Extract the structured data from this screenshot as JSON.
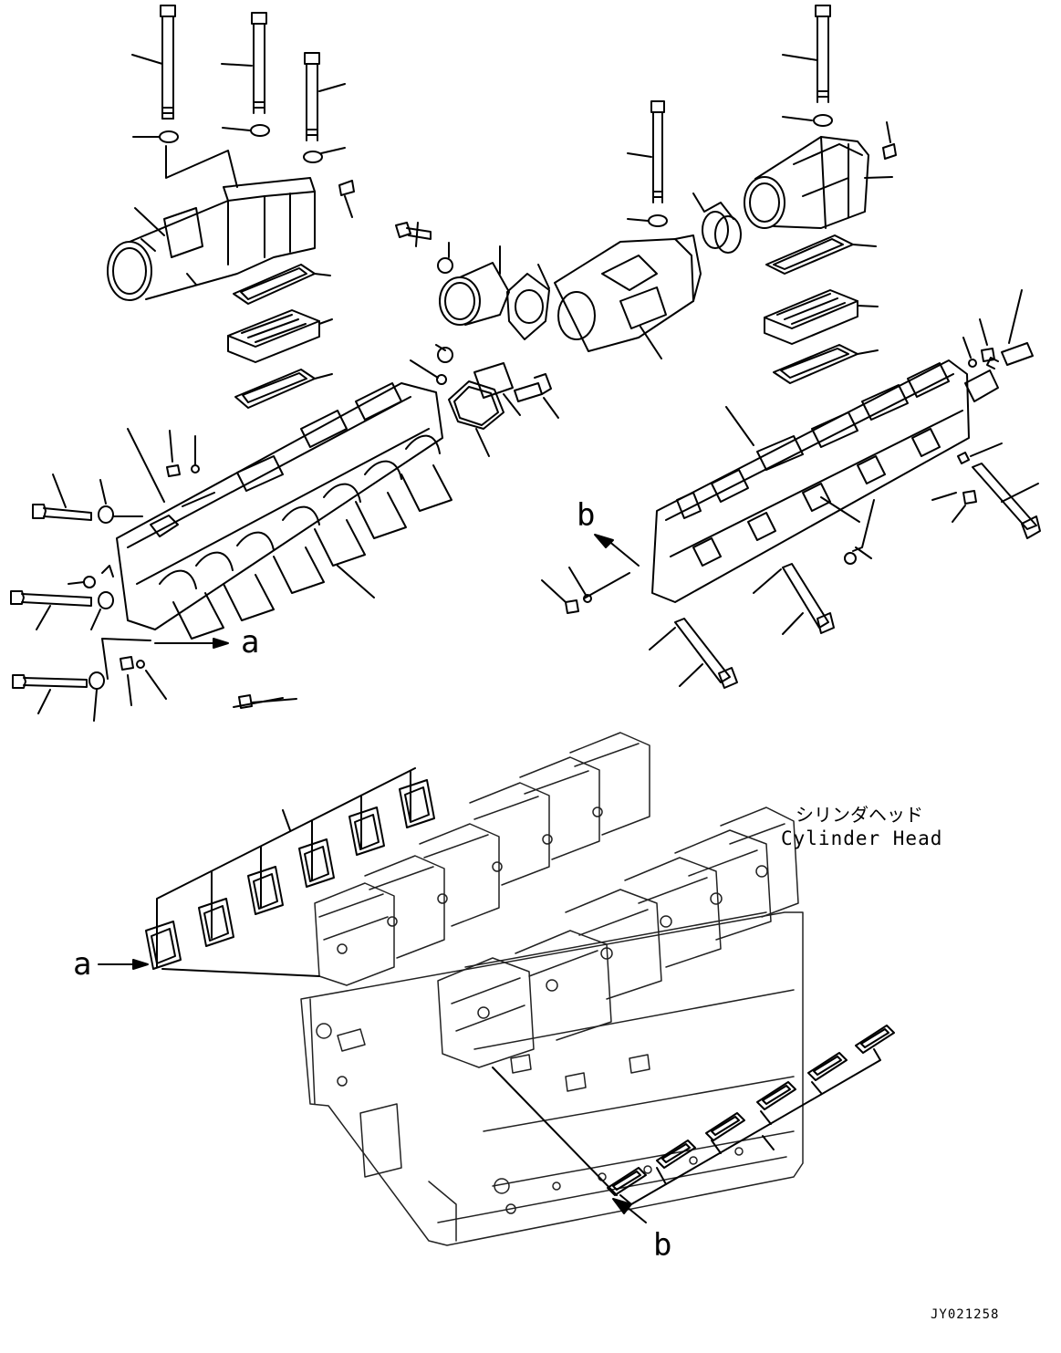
{
  "callouts": {
    "a_upper": "a",
    "b_upper": "b",
    "a_lower": "a",
    "b_lower": "b"
  },
  "cylinder_head": {
    "japanese": "シリンダヘッド",
    "english": "Cylinder Head"
  },
  "drawing_number": "JY021258"
}
